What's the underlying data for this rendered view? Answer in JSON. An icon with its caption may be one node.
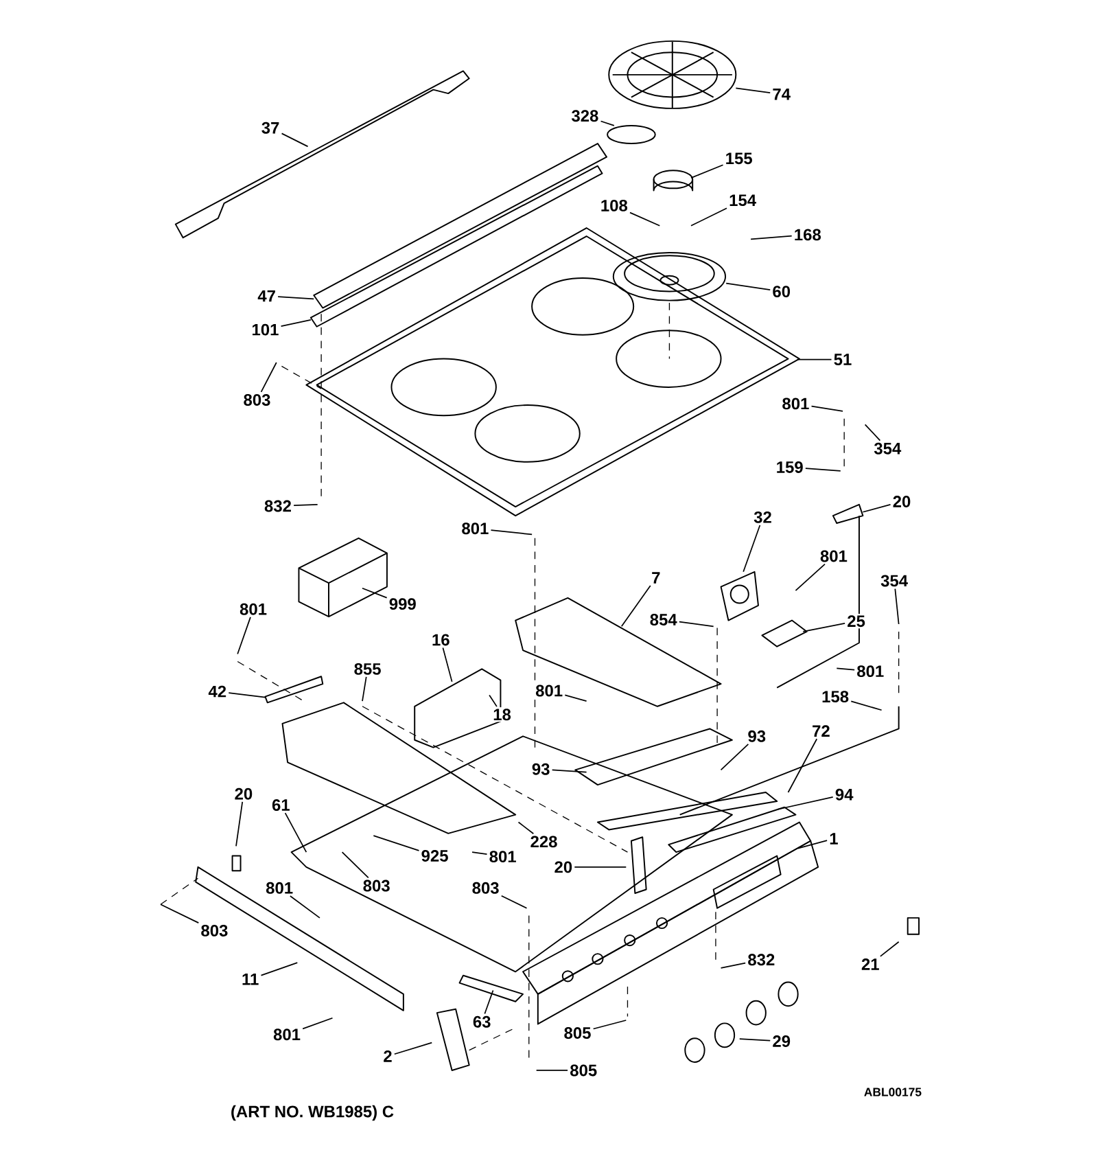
{
  "diagram": {
    "nodes": [
      {
        "text": [
          "37"
        ]
      },
      {
        "text": [
          "74"
        ]
      },
      {
        "text": [
          "328"
        ]
      },
      {
        "text": [
          "155"
        ]
      },
      {
        "text": [
          "108"
        ]
      },
      {
        "text": [
          "154"
        ]
      },
      {
        "text": [
          "168"
        ]
      },
      {
        "text": [
          "60"
        ]
      },
      {
        "text": [
          "47"
        ]
      },
      {
        "text": [
          "101"
        ]
      },
      {
        "text": [
          "803"
        ]
      },
      {
        "text": [
          "51"
        ]
      },
      {
        "text": [
          "801"
        ]
      },
      {
        "text": [
          "354"
        ]
      },
      {
        "text": [
          "159"
        ]
      },
      {
        "text": [
          "20"
        ]
      },
      {
        "text": [
          "832"
        ]
      },
      {
        "text": [
          "801"
        ]
      },
      {
        "text": [
          "32"
        ]
      },
      {
        "text": [
          "7"
        ]
      },
      {
        "text": [
          "801"
        ]
      },
      {
        "text": [
          "354"
        ]
      },
      {
        "text": [
          "999"
        ]
      },
      {
        "text": [
          "801"
        ]
      },
      {
        "text": [
          "854"
        ]
      },
      {
        "text": [
          "25"
        ]
      },
      {
        "text": [
          "16"
        ]
      },
      {
        "text": [
          "801"
        ]
      },
      {
        "text": [
          "855"
        ]
      },
      {
        "text": [
          "42"
        ]
      },
      {
        "text": [
          "158"
        ]
      },
      {
        "text": [
          "801"
        ]
      },
      {
        "text": [
          "18"
        ]
      },
      {
        "text": [
          "93"
        ]
      },
      {
        "text": [
          "72"
        ]
      },
      {
        "text": [
          "93"
        ]
      },
      {
        "text": [
          "94"
        ]
      },
      {
        "text": [
          "20"
        ]
      },
      {
        "text": [
          "61"
        ]
      },
      {
        "text": [
          "228"
        ]
      },
      {
        "text": [
          "1"
        ]
      },
      {
        "text": [
          "925"
        ]
      },
      {
        "text": [
          "801"
        ]
      },
      {
        "text": [
          "20"
        ]
      },
      {
        "text": [
          "803"
        ]
      },
      {
        "text": [
          "803"
        ]
      },
      {
        "text": [
          "801"
        ]
      },
      {
        "text": [
          "803"
        ]
      },
      {
        "text": [
          "832"
        ]
      },
      {
        "text": [
          "21"
        ]
      },
      {
        "text": [
          "11"
        ]
      },
      {
        "text": [
          "63"
        ]
      },
      {
        "text": [
          "805"
        ]
      },
      {
        "text": [
          "801"
        ]
      },
      {
        "text": [
          "29"
        ]
      },
      {
        "text": [
          "2"
        ]
      },
      {
        "text": [
          "805"
        ]
      }
    ],
    "edges": [
      {
        "from": 0,
        "to": null,
        "arrow": "none"
      },
      {
        "from": 1,
        "to": null,
        "arrow": "none"
      },
      {
        "from": 2,
        "to": null,
        "arrow": "none"
      },
      {
        "from": 3,
        "to": null,
        "arrow": "none"
      },
      {
        "from": 4,
        "to": null,
        "arrow": "none"
      },
      {
        "from": 5,
        "to": null,
        "arrow": "none"
      },
      {
        "from": 6,
        "to": null,
        "arrow": "none"
      },
      {
        "from": 7,
        "to": null,
        "arrow": "none"
      },
      {
        "from": 8,
        "to": null,
        "arrow": "none"
      },
      {
        "from": 9,
        "to": null,
        "arrow": "none"
      },
      {
        "from": 10,
        "to": null,
        "arrow": "none"
      },
      {
        "from": 11,
        "to": null,
        "arrow": "none"
      },
      {
        "from": 12,
        "to": null,
        "arrow": "none"
      },
      {
        "from": 13,
        "to": null,
        "arrow": "none"
      },
      {
        "from": 14,
        "to": null,
        "arrow": "none"
      },
      {
        "from": 15,
        "to": null,
        "arrow": "none"
      },
      {
        "from": 16,
        "to": null,
        "arrow": "none"
      },
      {
        "from": 17,
        "to": null,
        "arrow": "none"
      },
      {
        "from": 18,
        "to": null,
        "arrow": "none"
      },
      {
        "from": 19,
        "to": null,
        "arrow": "none"
      },
      {
        "from": 20,
        "to": null,
        "arrow": "none"
      },
      {
        "from": 21,
        "to": null,
        "arrow": "none"
      },
      {
        "from": 22,
        "to": null,
        "arrow": "none"
      },
      {
        "from": 23,
        "to": null,
        "arrow": "none"
      },
      {
        "from": 24,
        "to": null,
        "arrow": "none"
      },
      {
        "from": 25,
        "to": null,
        "arrow": "none"
      },
      {
        "from": 26,
        "to": null,
        "arrow": "none"
      },
      {
        "from": 27,
        "to": null,
        "arrow": "none"
      },
      {
        "from": 28,
        "to": null,
        "arrow": "none"
      },
      {
        "from": 29,
        "to": null,
        "arrow": "none"
      },
      {
        "from": 30,
        "to": null,
        "arrow": "none"
      },
      {
        "from": 31,
        "to": null,
        "arrow": "none"
      },
      {
        "from": 32,
        "to": null,
        "arrow": "none"
      },
      {
        "from": 33,
        "to": null,
        "arrow": "none"
      },
      {
        "from": 34,
        "to": null,
        "arrow": "none"
      },
      {
        "from": 35,
        "to": null,
        "arrow": "none"
      },
      {
        "from": 36,
        "to": null,
        "arrow": "none"
      },
      {
        "from": 37,
        "to": null,
        "arrow": "none"
      },
      {
        "from": 38,
        "to": null,
        "arrow": "none"
      },
      {
        "from": 39,
        "to": null,
        "arrow": "none"
      },
      {
        "from": 40,
        "to": null,
        "arrow": "none"
      },
      {
        "from": 41,
        "to": null,
        "arrow": "none"
      },
      {
        "from": 42,
        "to": null,
        "arrow": "none"
      },
      {
        "from": 43,
        "to": null,
        "arrow": "none"
      },
      {
        "from": 44,
        "to": null,
        "arrow": "none"
      },
      {
        "from": 45,
        "to": null,
        "arrow": "none"
      },
      {
        "from": 46,
        "to": null,
        "arrow": "none"
      },
      {
        "from": 47,
        "to": null,
        "arrow": "none"
      },
      {
        "from": 48,
        "to": null,
        "arrow": "none"
      },
      {
        "from": 49,
        "to": null,
        "arrow": "none"
      },
      {
        "from": 50,
        "to": null,
        "arrow": "none"
      },
      {
        "from": 51,
        "to": null,
        "arrow": "none"
      },
      {
        "from": 52,
        "to": null,
        "arrow": "none"
      },
      {
        "from": 53,
        "to": null,
        "arrow": "none"
      },
      {
        "from": 54,
        "to": null,
        "arrow": "none"
      },
      {
        "from": 55,
        "to": null,
        "arrow": "none"
      },
      {
        "from": 56,
        "to": null,
        "arrow": "none"
      }
    ],
    "labels": [
      "ABL00175",
      "(ART NO. WB1985) C"
    ]
  }
}
